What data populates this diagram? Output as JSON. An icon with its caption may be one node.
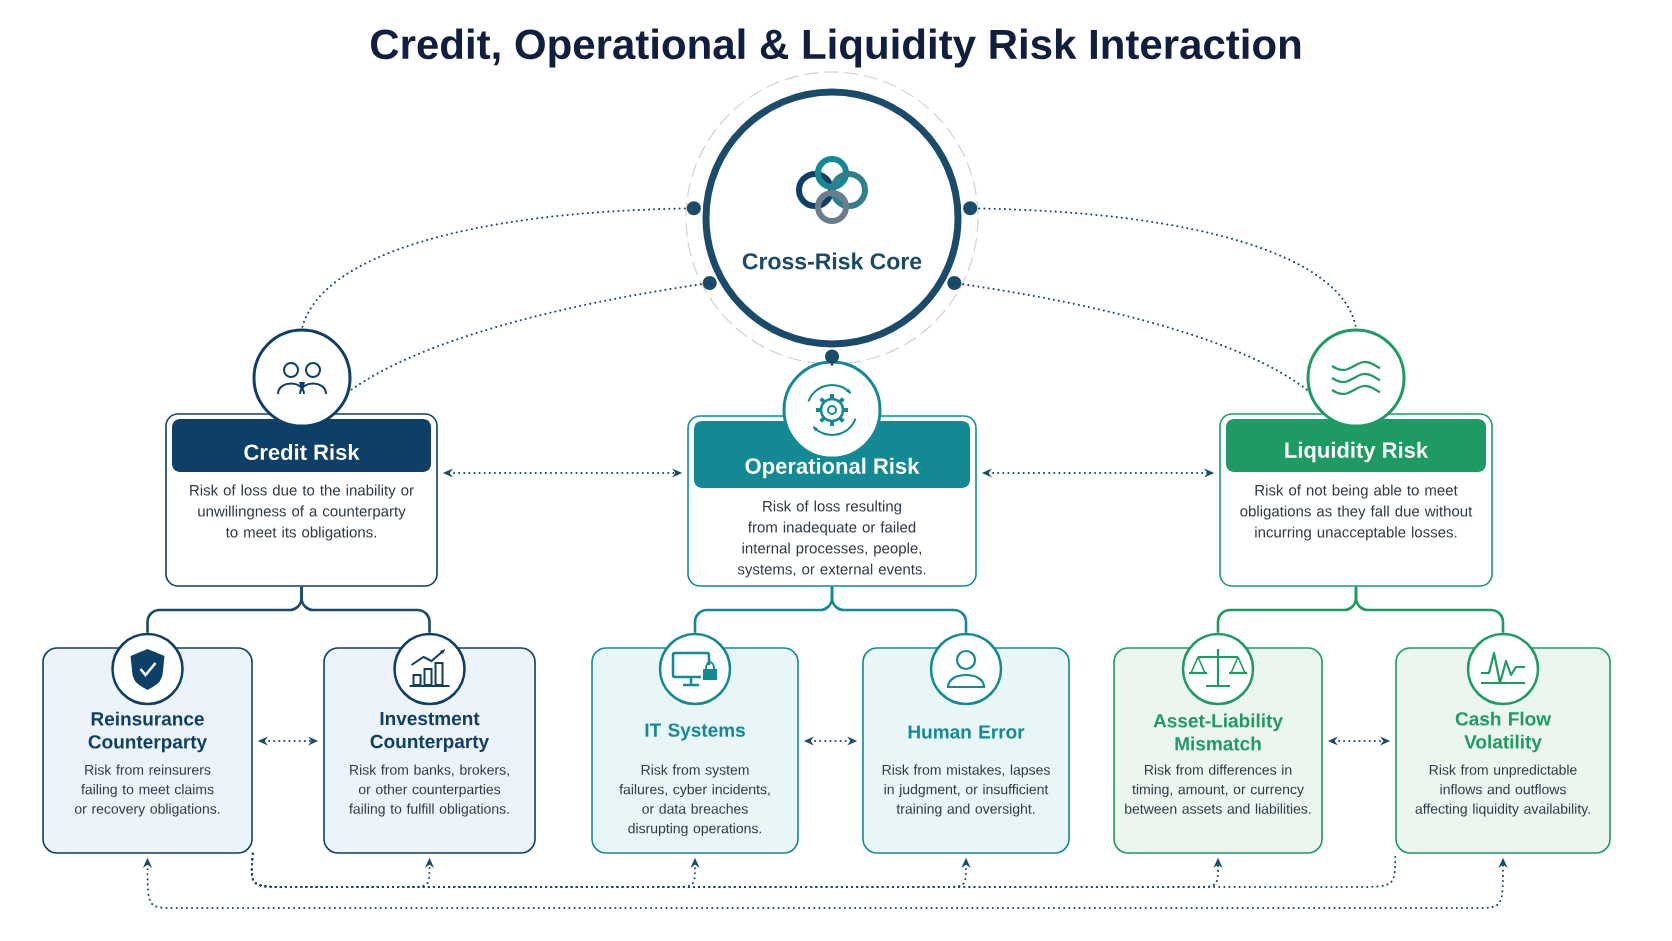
{
  "diagram": {
    "title": "Credit, Operational & Liquidity Risk Interaction",
    "nodes": [
      {
        "text": [
          "Cross-Risk Core"
        ]
      },
      {
        "text": [
          "Credit Risk",
          "Risk of loss due to the inability or unwillingness of a counterparty to meet its obligations."
        ]
      },
      {
        "text": [
          "Operational Risk",
          "Risk of loss resulting from inadequate or failed internal processes, people, systems, or external events."
        ]
      },
      {
        "text": [
          "Liquidity Risk",
          "Risk of not being able to meet obligations as they fall due without incurring unacceptable losses."
        ]
      },
      {
        "text": [
          "Reinsurance Counterparty",
          "Risk from reinsurers failing to meet claims or recovery obligations."
        ]
      },
      {
        "text": [
          "Investment Counterparty",
          "Risk from banks, brokers, or other counterparties failing to fulfill obligations."
        ]
      },
      {
        "text": [
          "IT Systems",
          "Risk from system failures, cyber incidents, or data breaches disrupting operations."
        ]
      },
      {
        "text": [
          "Human Error",
          "Risk from mistakes, lapses in judgment, or insufficient training and oversight."
        ]
      },
      {
        "text": [
          "Asset-Liability Mismatch",
          "Risk from differences in timing, amount, or currency between assets and liabilities."
        ]
      },
      {
        "text": [
          "Cash Flow Volatility",
          "Risk from unpredictable inflows and outflows affecting liquidity availability."
        ]
      }
    ],
    "edges": [
      {
        "from": 0,
        "to": 1,
        "arrow": "other",
        "style": "dashed"
      },
      {
        "from": 0,
        "to": 1,
        "arrow": "other",
        "style": "dashed"
      },
      {
        "from": 0,
        "to": 3,
        "arrow": "other",
        "style": "dashed"
      },
      {
        "from": 0,
        "to": 3,
        "arrow": "other",
        "style": "dashed"
      },
      {
        "from": 0,
        "to": 2,
        "arrow": "other"
      },
      {
        "from": 1,
        "to": 2,
        "arrow": "both",
        "style": "dashed"
      },
      {
        "from": 2,
        "to": 3,
        "arrow": "both",
        "style": "dashed"
      },
      {
        "from": 1,
        "to": 4,
        "arrow": "none"
      },
      {
        "from": 1,
        "to": 5,
        "arrow": "none"
      },
      {
        "from": 2,
        "to": 6,
        "arrow": "none",
        "color": "#138a93"
      },
      {
        "from": 2,
        "to": 7,
        "arrow": "none",
        "color": "#138a93"
      },
      {
        "from": 3,
        "to": 8,
        "arrow": "none",
        "color": "#1e9a63"
      },
      {
        "from": 3,
        "to": 9,
        "arrow": "none",
        "color": "#1e9a63"
      },
      {
        "from": 4,
        "to": 5,
        "arrow": "both",
        "style": "dashed"
      },
      {
        "from": 6,
        "to": 7,
        "arrow": "both",
        "style": "dashed"
      },
      {
        "from": 8,
        "to": 9,
        "arrow": "both",
        "style": "dashed"
      },
      {
        "from": 4,
        "to": 5,
        "arrow": "to",
        "style": "dashed"
      },
      {
        "from": 4,
        "to": 6,
        "arrow": "to",
        "style": "dashed"
      },
      {
        "from": 4,
        "to": 7,
        "arrow": "to",
        "style": "dashed"
      },
      {
        "from": 4,
        "to": 8,
        "arrow": "to",
        "style": "dashed"
      },
      {
        "from": 4,
        "to": 9,
        "arrow": "none",
        "style": "dashed"
      },
      {
        "from": 4,
        "to": 9,
        "arrow": "both",
        "style": "dashed"
      }
    ]
  }
}
